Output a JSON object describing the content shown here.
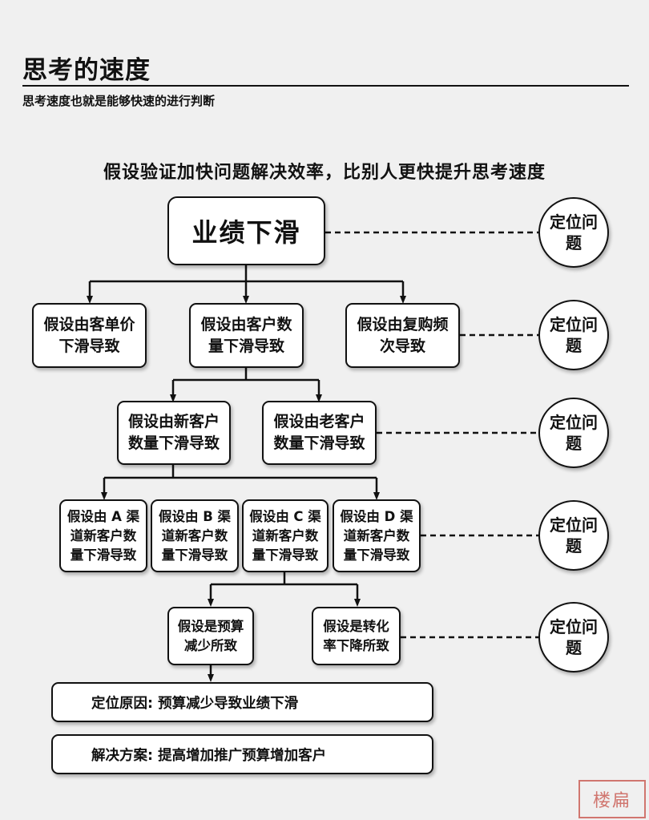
{
  "header": {
    "title": "思考的速度",
    "subtitle": "思考速度也就是能够快速的进行判断"
  },
  "diagram": {
    "heading": "假设验证加快问题解决效率，比别人更快提升思考速度",
    "root": "业绩下滑",
    "level1": [
      "假设由客单价下滑导致",
      "假设由客户数量下滑导致",
      "假设由复购频次导致"
    ],
    "level2": [
      "假设由新客户数量下滑导致",
      "假设由老客户数量下滑导致"
    ],
    "level3": [
      "假设由 A 渠道新客户数量下滑导致",
      "假设由 B 渠道新客户数量下滑导致",
      "假设由 C 渠道新客户数量下滑导致",
      "假设由 D 渠道新客户数量下滑导致"
    ],
    "level4": [
      "假设是预算减少所致",
      "假设是转化率下降所致"
    ],
    "locate_label": "定位问题",
    "conclusion": "定位原因: 预算减少导致业绩下滑",
    "solution": "解决方案: 提高增加推广预算增加客户"
  },
  "stamp": {
    "text": "楼扁"
  }
}
